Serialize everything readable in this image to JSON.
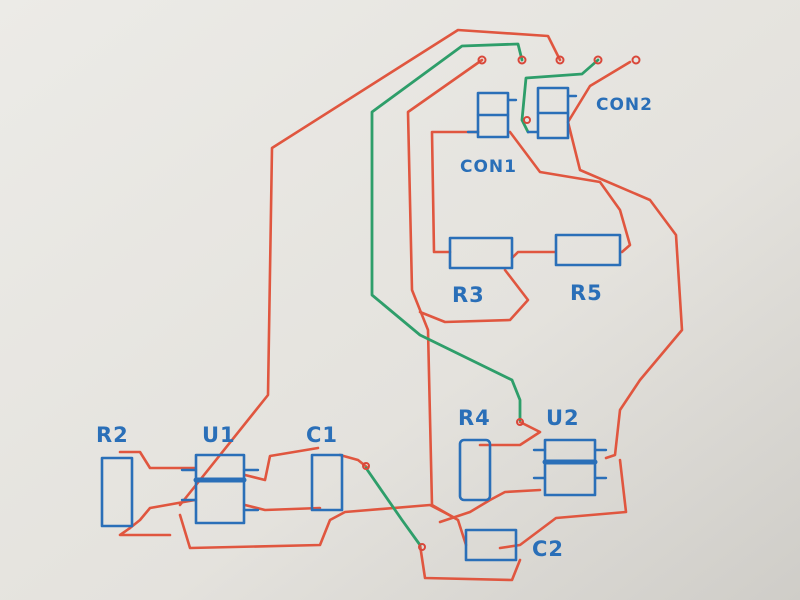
{
  "labels": {
    "con1": "CON1",
    "con2": "CON2",
    "r3": "R3",
    "r5": "R5",
    "r2": "R2",
    "u1": "U1",
    "c1": "C1",
    "r4": "R4",
    "u2": "U2",
    "c2": "C2"
  },
  "colors": {
    "paper": "#e9e8e4",
    "trace_red": "#e0563f",
    "trace_green": "#2e9e6a",
    "component_blue": "#2a6fb8"
  }
}
